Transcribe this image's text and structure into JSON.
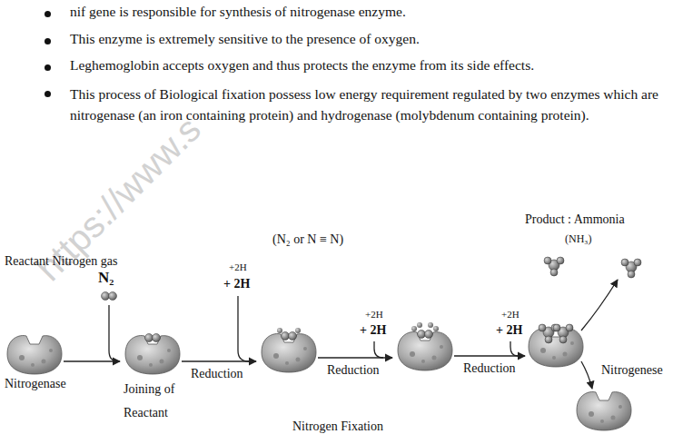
{
  "diagram": {
    "caption": "Nitrogen Fixation",
    "labels": [
      "nif gene is responsible for synthesis of nitrogenase enzyme.",
      "This enzyme is extremely sensitive to the presence of oxygen.",
      "Leghemoglobin accepts oxygen and thus protects the enzyme from its side effects.",
      "This process of Biological fixation possess low energy requirement regulated by two enzymes which are nitrogenase (an iron containing protein) and hydrogenase (molybdenum containing protein).",
      "https://www.s",
      "Product : Ammonia",
      "(NH₃)",
      "Reactant Nitrogen gas",
      "(N₂ or N ≡ N)",
      "N₂",
      "+2H",
      "+ 2H",
      "+2H",
      "+ 2H",
      "+2H",
      "+ 2H",
      "Nitrogenase",
      "Joining of Reactant",
      "Reduction",
      "Reduction",
      "Reduction",
      "Nitrogenese"
    ]
  }
}
